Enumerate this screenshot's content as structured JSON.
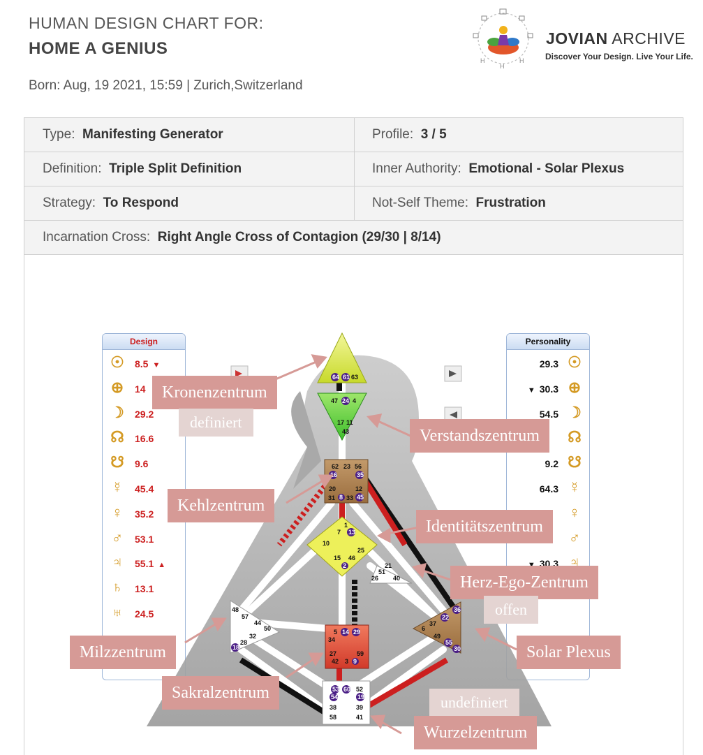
{
  "header": {
    "line1": "HUMAN DESIGN CHART FOR:",
    "name": "HOME A GENIUS",
    "born": "Born:  Aug, 19 2021, 15:59 | Zurich,Switzerland"
  },
  "brand": {
    "name_bold": "JOVIAN",
    "name_rest": " ARCHIVE",
    "tagline": "Discover Your Design. Live Your Life."
  },
  "info": {
    "type_label": "Type:",
    "type_value": "Manifesting Generator",
    "profile_label": "Profile:",
    "profile_value": "3 / 5",
    "definition_label": "Definition:",
    "definition_value": "Triple Split Definition",
    "authority_label": "Inner Authority:",
    "authority_value": "Emotional - Solar Plexus",
    "strategy_label": "Strategy:",
    "strategy_value": "To Respond",
    "notself_label": "Not-Self Theme:",
    "notself_value": "Frustration",
    "cross_label": "Incarnation Cross:",
    "cross_value": "Right Angle Cross of Contagion (29/30 | 8/14)"
  },
  "design_panel": {
    "title": "Design",
    "rows": [
      {
        "glyph": "☉",
        "value": "8.5",
        "arrow": "▼"
      },
      {
        "glyph": "⊕",
        "value": "14",
        "arrow": ""
      },
      {
        "glyph": "☽",
        "value": "29.2",
        "arrow": ""
      },
      {
        "glyph": "☊",
        "value": "16.6",
        "arrow": ""
      },
      {
        "glyph": "☋",
        "value": "9.6",
        "arrow": ""
      },
      {
        "glyph": "☿",
        "value": "45.4",
        "arrow": ""
      },
      {
        "glyph": "♀",
        "value": "35.2",
        "arrow": ""
      },
      {
        "glyph": "♂",
        "value": "53.1",
        "arrow": ""
      },
      {
        "glyph": "♃",
        "value": "55.1",
        "arrow": "▲"
      },
      {
        "glyph": "♄",
        "value": "13.1",
        "arrow": ""
      },
      {
        "glyph": "♅",
        "value": "24.5",
        "arrow": ""
      }
    ]
  },
  "personality_panel": {
    "title": "Personality",
    "rows": [
      {
        "glyph": "☉",
        "value": "29.3",
        "arrow": ""
      },
      {
        "glyph": "⊕",
        "value": "30.3",
        "arrow": "▼"
      },
      {
        "glyph": "☽",
        "value": "54.5",
        "arrow": ""
      },
      {
        "glyph": "☊",
        "value": "",
        "arrow": ""
      },
      {
        "glyph": "☋",
        "value": "9.2",
        "arrow": ""
      },
      {
        "glyph": "☿",
        "value": "64.3",
        "arrow": ""
      },
      {
        "glyph": "♀",
        "value": "",
        "arrow": ""
      },
      {
        "glyph": "♂",
        "value": "",
        "arrow": ""
      },
      {
        "glyph": "♃",
        "value": "30.3",
        "arrow": "▼"
      }
    ]
  },
  "gates": {
    "head": [
      "64",
      "61",
      "63"
    ],
    "ajna": [
      "47",
      "24",
      "4",
      "17",
      "11",
      "43"
    ],
    "throat": [
      "62",
      "23",
      "56",
      "16",
      "35",
      "20",
      "12",
      "31",
      "8",
      "33",
      "45"
    ],
    "g": [
      "1",
      "7",
      "13",
      "10",
      "25",
      "15",
      "46",
      "2"
    ],
    "ego": [
      "21",
      "51",
      "26",
      "40"
    ],
    "spleen": [
      "48",
      "57",
      "44",
      "50",
      "32",
      "28",
      "18"
    ],
    "sacral": [
      "5",
      "14",
      "29",
      "34",
      "59",
      "27",
      "42",
      "3",
      "9"
    ],
    "solar": [
      "36",
      "6",
      "37",
      "22",
      "49",
      "55",
      "30"
    ],
    "root": [
      "53",
      "60",
      "52",
      "54",
      "19",
      "38",
      "39",
      "58",
      "41"
    ]
  },
  "annotations": {
    "crown": "Kronenzentrum",
    "crown_state": "definiert",
    "mind": "Verstandszentrum",
    "throat": "Kehlzentrum",
    "identity": "Identitätszentrum",
    "heart": "Herz-Ego-Zentrum",
    "heart_state": "offen",
    "spleen": "Milzzentrum",
    "solar": "Solar Plexus",
    "sacral": "Sakralzentrum",
    "root_state": "undefiniert",
    "root": "Wurzelzentrum"
  },
  "colors": {
    "label_bg": "#d69a96",
    "sublabel_bg": "#e4d4d2",
    "defined_red": "#cc1f1f",
    "channel_black": "#111111",
    "gate_badge": "#4b1f86"
  }
}
